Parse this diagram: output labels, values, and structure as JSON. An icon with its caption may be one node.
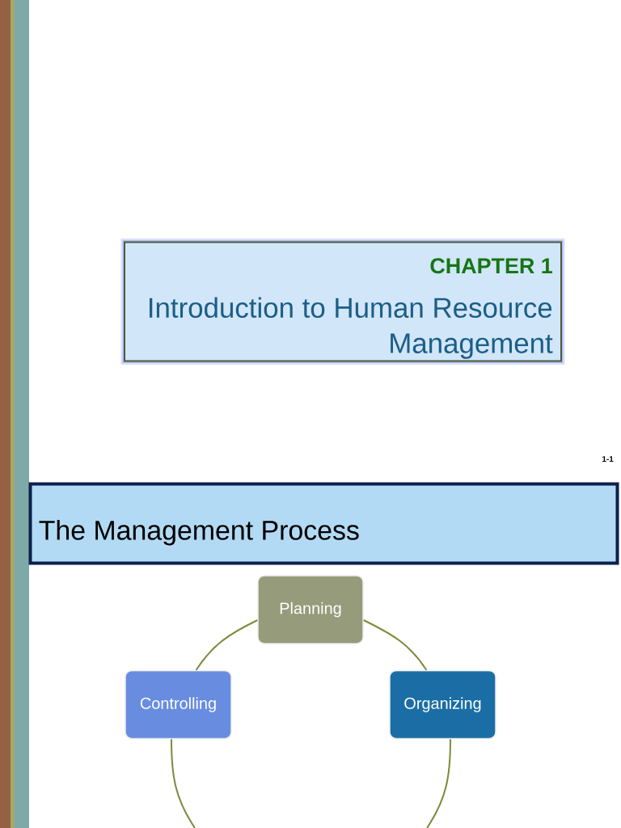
{
  "diagram": {
    "nodes": [
      {
        "text": [
          "CHAPTER 1",
          "Introduction to Human Resource Management"
        ]
      },
      {
        "text": [
          "The Management Process"
        ]
      },
      {
        "text": [
          "Planning"
        ]
      },
      {
        "text": [
          "Organizing"
        ]
      },
      {
        "text": [
          "Controlling"
        ]
      }
    ],
    "edges": [
      {
        "from": 2,
        "to": 3,
        "arrow": "none"
      },
      {
        "from": 3,
        "to": null,
        "arrow": "none"
      },
      {
        "from": null,
        "to": 4,
        "arrow": "none"
      },
      {
        "from": 4,
        "to": 2,
        "arrow": "none"
      }
    ],
    "labels": [
      "1-1"
    ]
  }
}
